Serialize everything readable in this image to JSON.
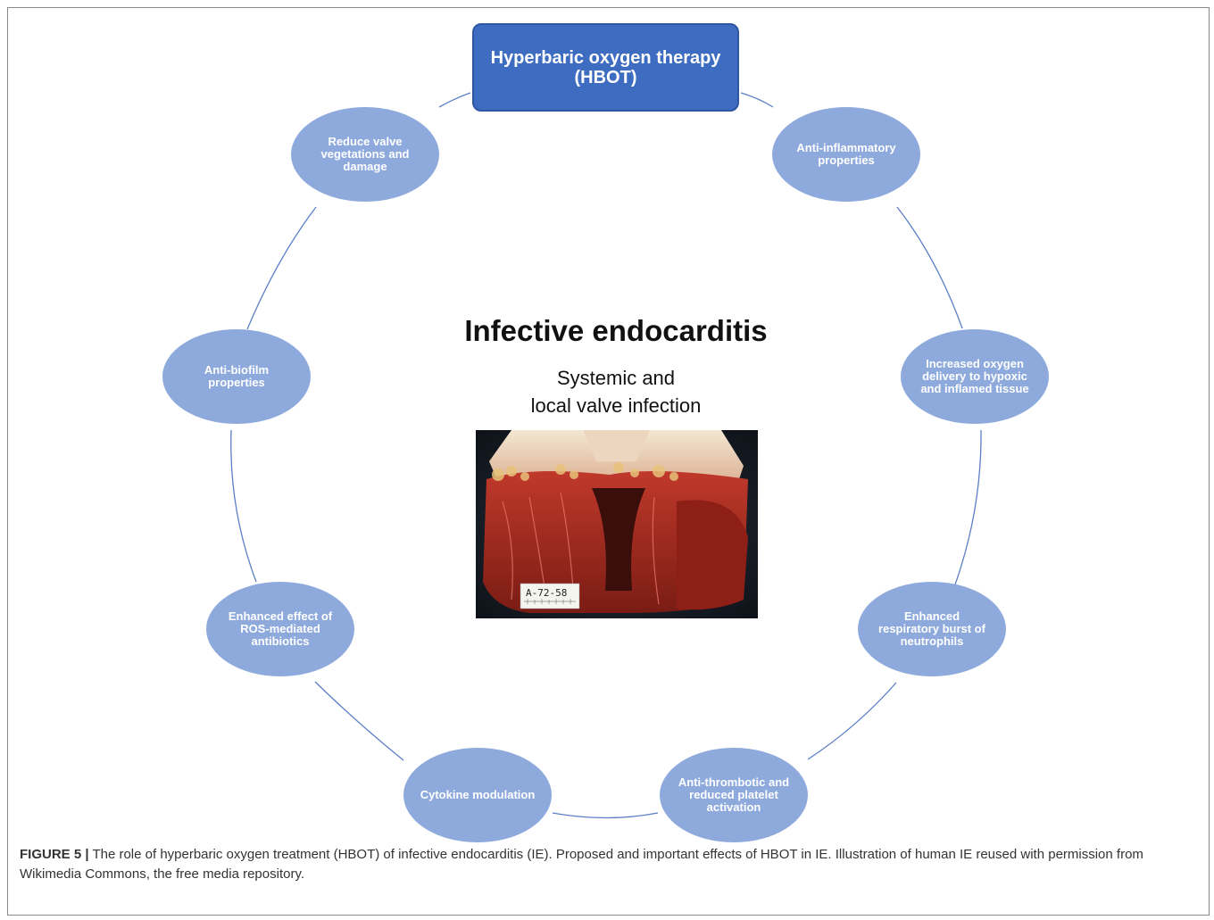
{
  "colors": {
    "hub_fill": "#3d6cc0",
    "hub_border": "#2f57a3",
    "node_fill": "#8eaadc",
    "connector": "#5b7fc7"
  },
  "hub": {
    "line1": "Hyperbaric oxygen therapy",
    "line2": "(HBOT)"
  },
  "nodes": [
    {
      "label": "Anti-inflammatory properties"
    },
    {
      "label": "Increased oxygen delivery to hypoxic and inflamed tissue"
    },
    {
      "label": "Enhanced respiratory burst of neutrophils"
    },
    {
      "label": "Anti-thrombotic and reduced platelet activation"
    },
    {
      "label": "Cytokine modulation"
    },
    {
      "label": "Enhanced effect of ROS-mediated antibiotics"
    },
    {
      "label": "Anti-biofilm properties"
    },
    {
      "label": "Reduce valve vegetations and damage"
    }
  ],
  "center": {
    "title": "Infective endocarditis",
    "subtitle_line1": "Systemic and",
    "subtitle_line2": "local valve infection",
    "image_label": "A-72-58"
  },
  "caption": {
    "figure_label": "FIGURE 5 |",
    "text": " The role of hyperbaric oxygen treatment (HBOT) of infective endocarditis (IE). Proposed and important effects of HBOT in IE. Illustration of human IE reused with permission from Wikimedia Commons, the free media repository."
  }
}
